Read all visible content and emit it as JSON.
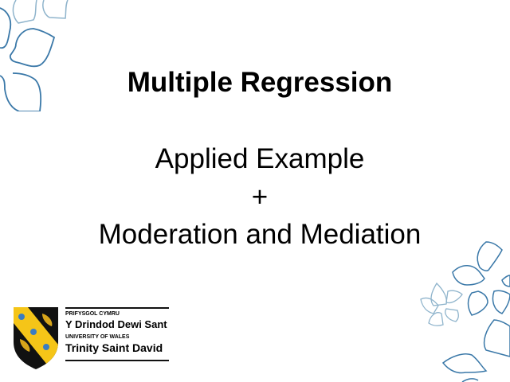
{
  "slide": {
    "title": "Multiple Regression",
    "subtitle_lines": [
      "Applied Example",
      "+",
      "Moderation and Mediation"
    ]
  },
  "logo": {
    "line1": "PRIFYSGOL CYMRU",
    "line2": "Y Drindod Dewi Sant",
    "line3": "UNIVERSITY OF WALES",
    "line4": "Trinity Saint David",
    "colors": {
      "shield": "#111111",
      "band": "#f5c518",
      "flower": "#3a7cc2"
    }
  },
  "colors": {
    "petal": "#3a78a8",
    "petal_light": "#8fb4cc"
  }
}
